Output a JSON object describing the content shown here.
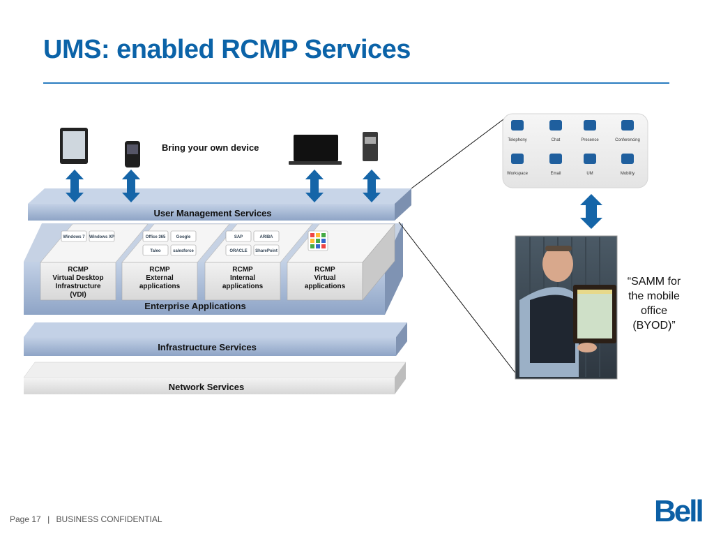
{
  "slide": {
    "title": "UMS: enabled RCMP Services",
    "byod_label": "Bring your own device",
    "layers": {
      "user_management": "User Management Services",
      "enterprise": "Enterprise Applications",
      "infrastructure": "Infrastructure Services",
      "network": "Network Services"
    },
    "app_boxes": [
      {
        "lines": [
          "RCMP",
          "Virtual Desktop",
          "Infrastructure",
          "(VDI)"
        ],
        "logos": [
          "Windows 7",
          "Windows XP"
        ]
      },
      {
        "lines": [
          "RCMP",
          "External",
          "applications"
        ],
        "logos": [
          "Office 365",
          "Google",
          "Taleo",
          "salesforce"
        ]
      },
      {
        "lines": [
          "RCMP",
          "Internal",
          "applications"
        ],
        "logos": [
          "SAP",
          "ARIBA",
          "ORACLE",
          "SharePoint"
        ]
      },
      {
        "lines": [
          "RCMP",
          "Virtual",
          "applications"
        ],
        "logos": [
          "app-grid"
        ]
      }
    ],
    "devices": [
      "tablet-icon",
      "smartphone-icon",
      "laptop-icon",
      "desktop-tower-icon"
    ],
    "services_panel": [
      {
        "label": "Telephony",
        "icon": "phone-icon"
      },
      {
        "label": "Chat",
        "icon": "chat-icon"
      },
      {
        "label": "Presence",
        "icon": "person-icon"
      },
      {
        "label": "Conferencing",
        "icon": "group-icon"
      },
      {
        "label": "Workspace",
        "icon": "workspace-icon"
      },
      {
        "label": "Email",
        "icon": "envelope-icon"
      },
      {
        "label": "UM",
        "icon": "globe-mail-icon"
      },
      {
        "label": "Mobility",
        "icon": "mobile-phone-icon"
      }
    ],
    "photo_caption": "“SAMM for the mobile office (BYOD)”",
    "colors": {
      "accent": "#0b63a8",
      "arrow": "#1565a8",
      "layer_blue": "#a9bcd8",
      "layer_grey": "#e6e6e6"
    }
  },
  "footer": {
    "page": "Page 17",
    "separator": "|",
    "classification": "BUSINESS CONFIDENTIAL",
    "logo": "Bell"
  }
}
